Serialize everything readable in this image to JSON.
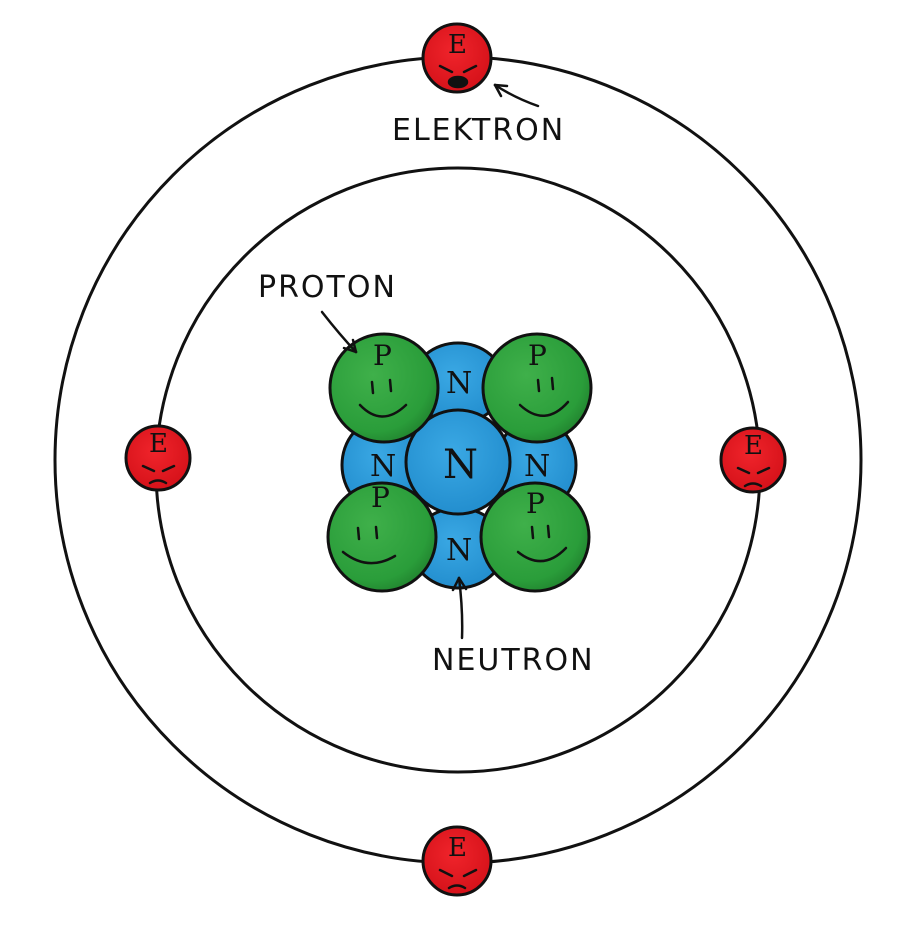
{
  "labels": {
    "elektron": "ELEKTRON",
    "proton": "PROTON",
    "neutron": "NEUTRON"
  },
  "particles": {
    "electron_letter": "E",
    "proton_letter": "P",
    "neutron_letter": "N"
  },
  "colors": {
    "electron": "#e8141c",
    "proton": "#2a9d3a",
    "neutron": "#2a9ad8",
    "outline": "#111111"
  },
  "icons": {
    "electron_face": "angry-face-icon",
    "proton_face": "smiley-face-icon"
  }
}
